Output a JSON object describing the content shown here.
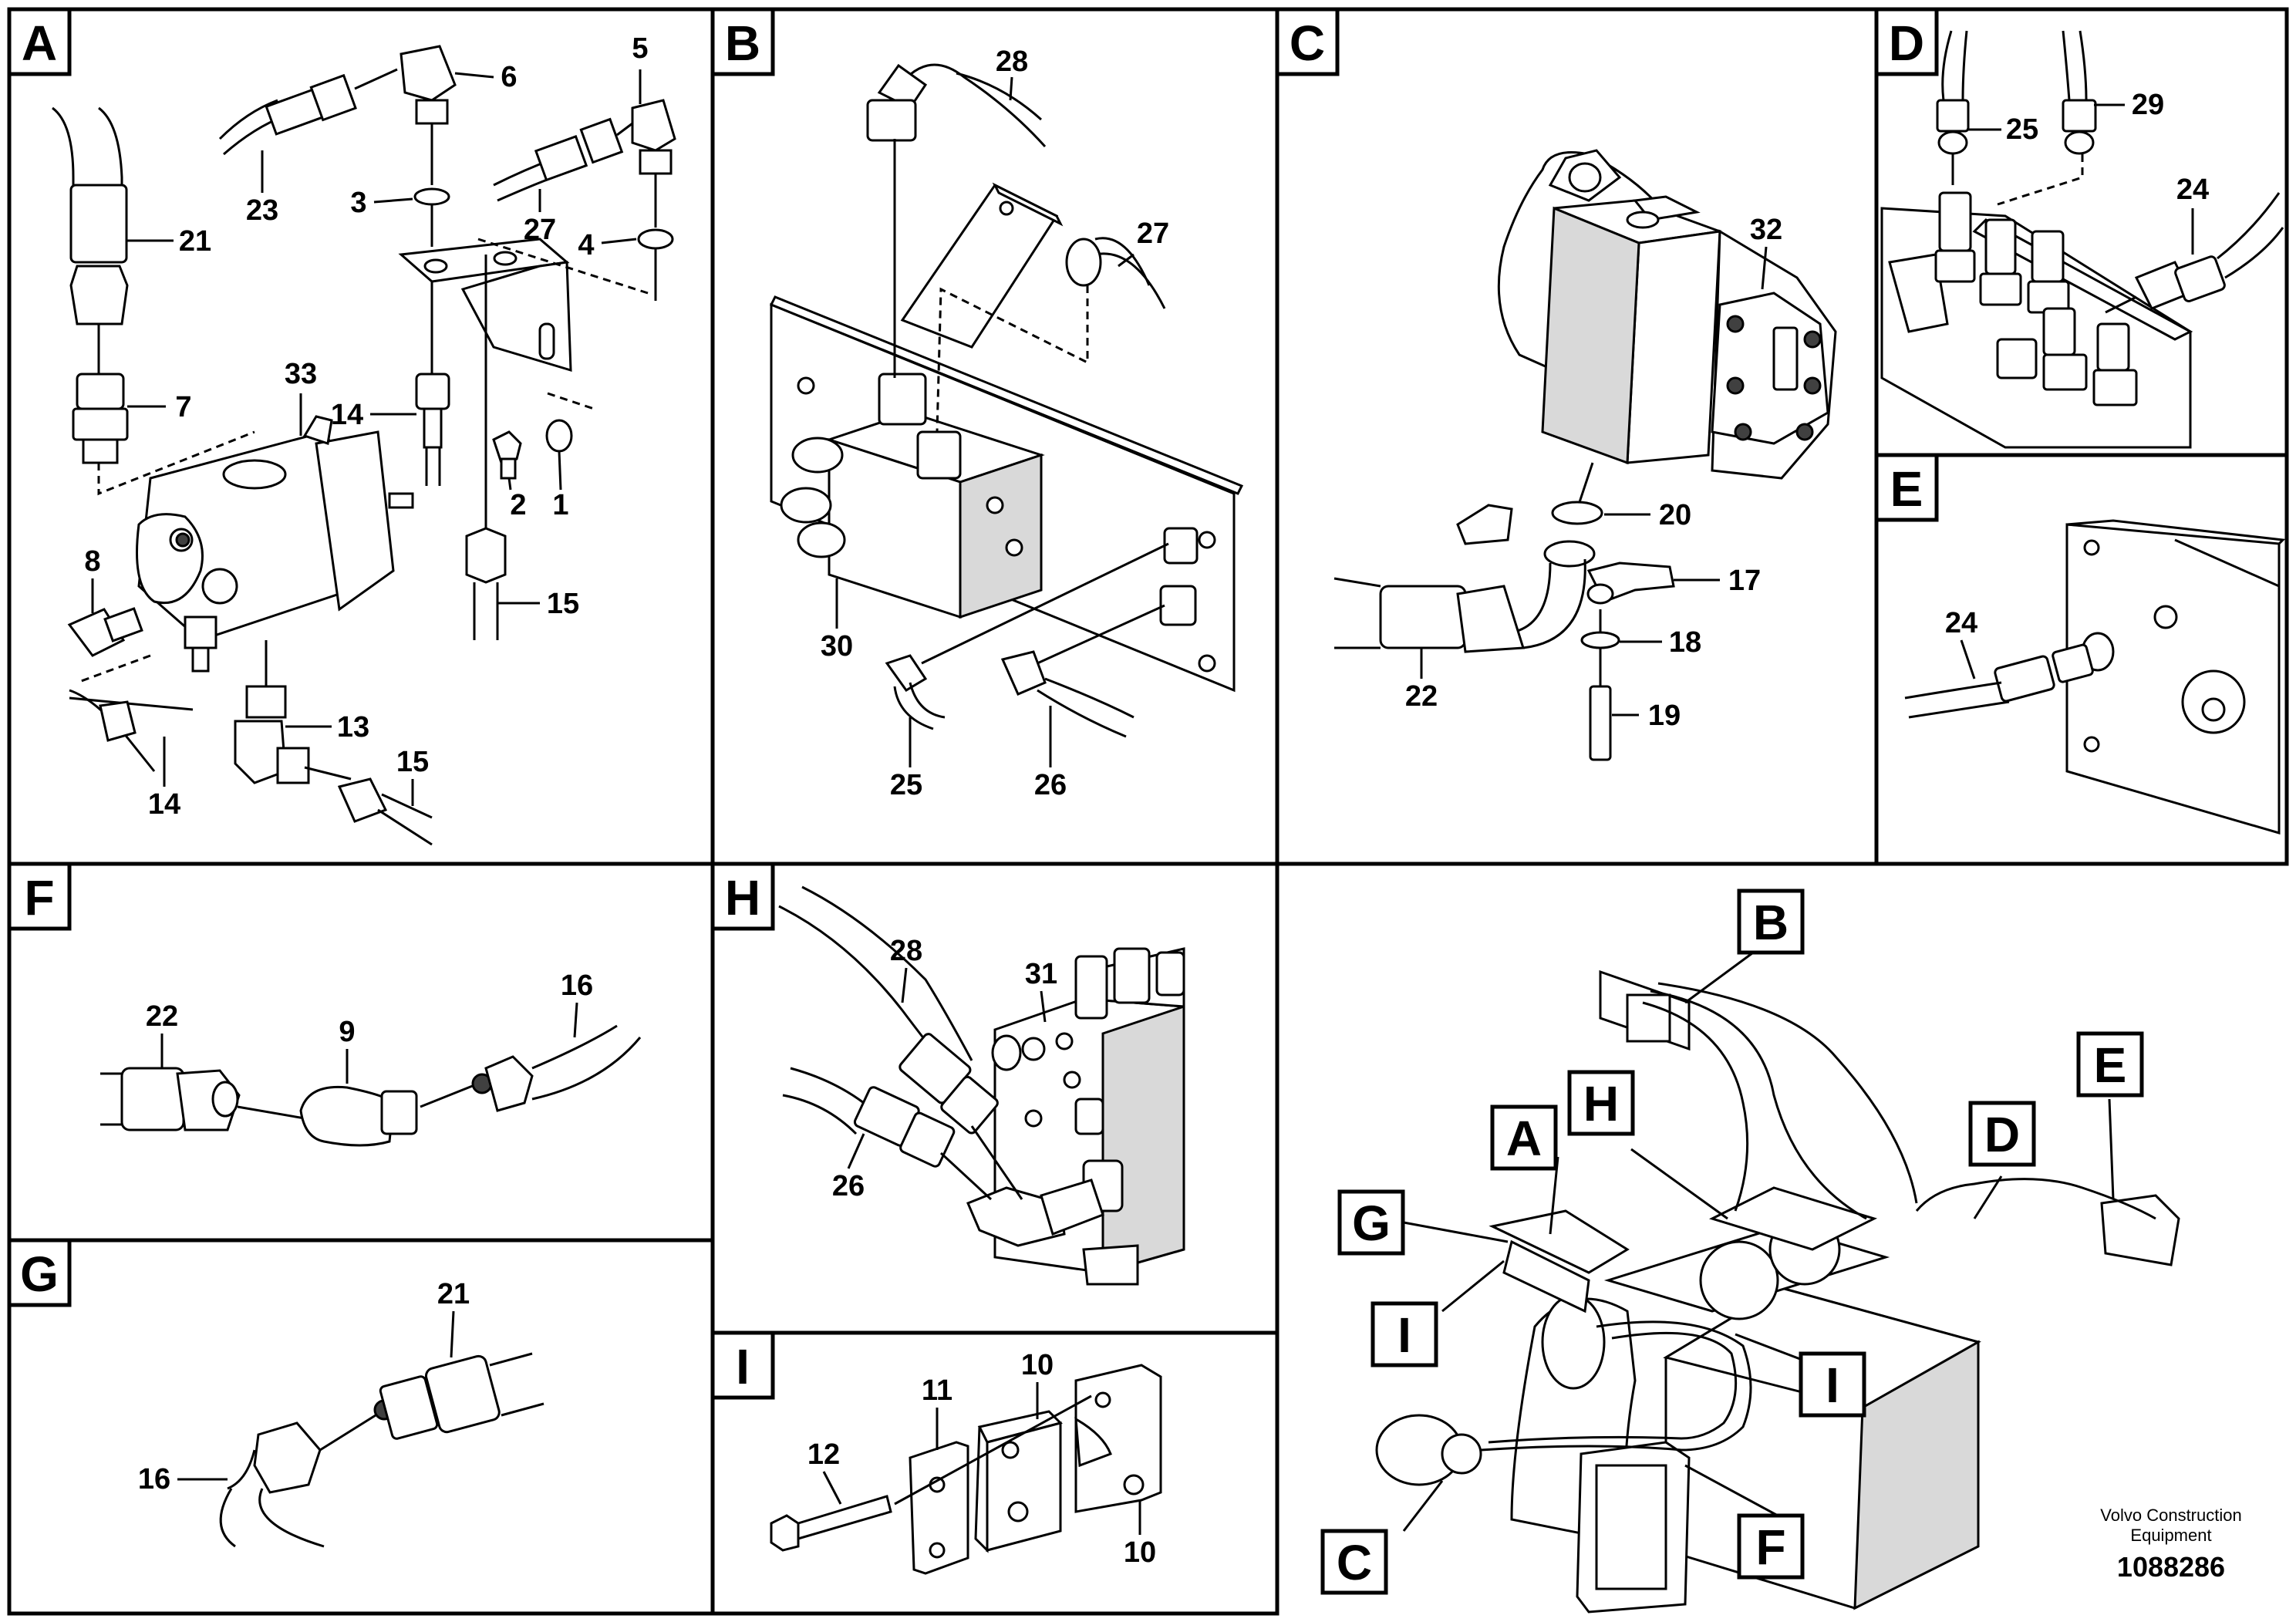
{
  "panels": {
    "A": {
      "tag": "A",
      "labels": [
        "6",
        "5",
        "23",
        "3",
        "27",
        "4",
        "21",
        "7",
        "33",
        "14",
        "2",
        "1",
        "8",
        "15",
        "13",
        "15",
        "14"
      ]
    },
    "B": {
      "tag": "B",
      "labels": [
        "28",
        "27",
        "30",
        "25",
        "26"
      ]
    },
    "C": {
      "tag": "C",
      "labels": [
        "32",
        "20",
        "17",
        "18",
        "22",
        "19"
      ]
    },
    "D": {
      "tag": "D",
      "labels": [
        "25",
        "29",
        "24"
      ]
    },
    "E": {
      "tag": "E",
      "labels": [
        "24"
      ]
    },
    "F": {
      "tag": "F",
      "labels": [
        "22",
        "9",
        "16"
      ]
    },
    "G": {
      "tag": "G",
      "labels": [
        "21",
        "16"
      ]
    },
    "H": {
      "tag": "H",
      "labels": [
        "28",
        "31",
        "26"
      ]
    },
    "I": {
      "tag": "I",
      "labels": [
        "11",
        "10",
        "12",
        "10"
      ]
    },
    "overview": {
      "callouts": [
        "B",
        "H",
        "A",
        "E",
        "D",
        "G",
        "I",
        "I",
        "C",
        "F"
      ]
    }
  },
  "footer": {
    "company_line1": "Volvo Construction",
    "company_line2": "Equipment",
    "document_number": "1088286"
  }
}
